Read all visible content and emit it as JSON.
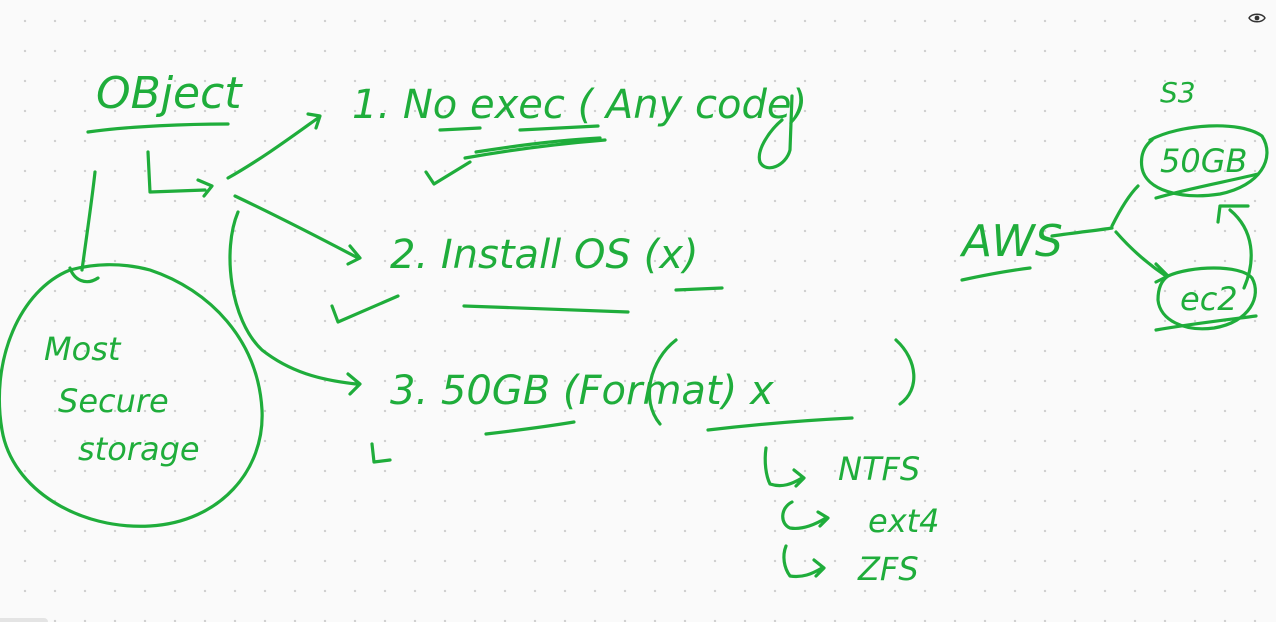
{
  "colors": {
    "ink": "#1fad3b",
    "background": "#fafafa",
    "dot_grid": "#cfcfcf"
  },
  "icons": {
    "view": "eye-icon"
  },
  "labels": {
    "object": "OBject",
    "most": "Most",
    "secure": "Secure",
    "storage": "storage",
    "item1": "1. No exec ( Any code)",
    "item2": "2. Install OS (x)",
    "item3": "3. 50GB (Format) x",
    "fs1": "NTFS",
    "fs2": "ext4",
    "fs3": "ZFS",
    "aws": "AWS",
    "s3": "S3",
    "s3_size": "50GB",
    "ec2": "ec2"
  }
}
